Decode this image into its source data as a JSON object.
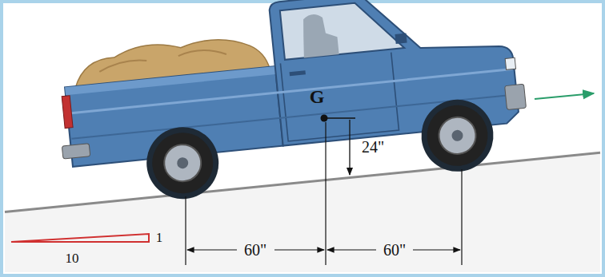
{
  "diagram": {
    "labels": [
      "G",
      "24\"",
      "60\"",
      "60\"",
      "10",
      "1"
    ]
  }
}
